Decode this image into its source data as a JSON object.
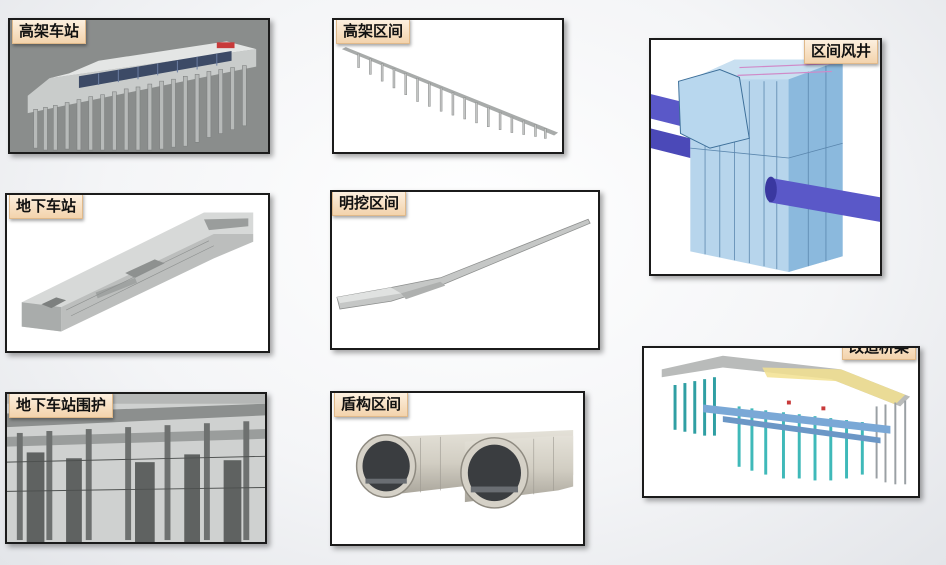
{
  "panels": {
    "elevated_station": {
      "label": "高架车站"
    },
    "elevated_section": {
      "label": "高架区间"
    },
    "ventilation_shaft": {
      "label": "区间风井"
    },
    "underground_station": {
      "label": "地下车站"
    },
    "open_cut_section": {
      "label": "明挖区间"
    },
    "station_enclosure": {
      "label": "地下车站围护"
    },
    "shield_section": {
      "label": "盾构区间"
    },
    "bridge_reconstruction": {
      "label": "改造桥梁"
    }
  },
  "colors": {
    "tag_fill_top": "#fdf1e1",
    "tag_fill_bottom": "#f3d3ac",
    "frame": "#1b1b1b",
    "tunnel_blue": "#5a58c8",
    "glass_blue": "#9fc7e6",
    "pile_teal": "#3fb9b9"
  }
}
